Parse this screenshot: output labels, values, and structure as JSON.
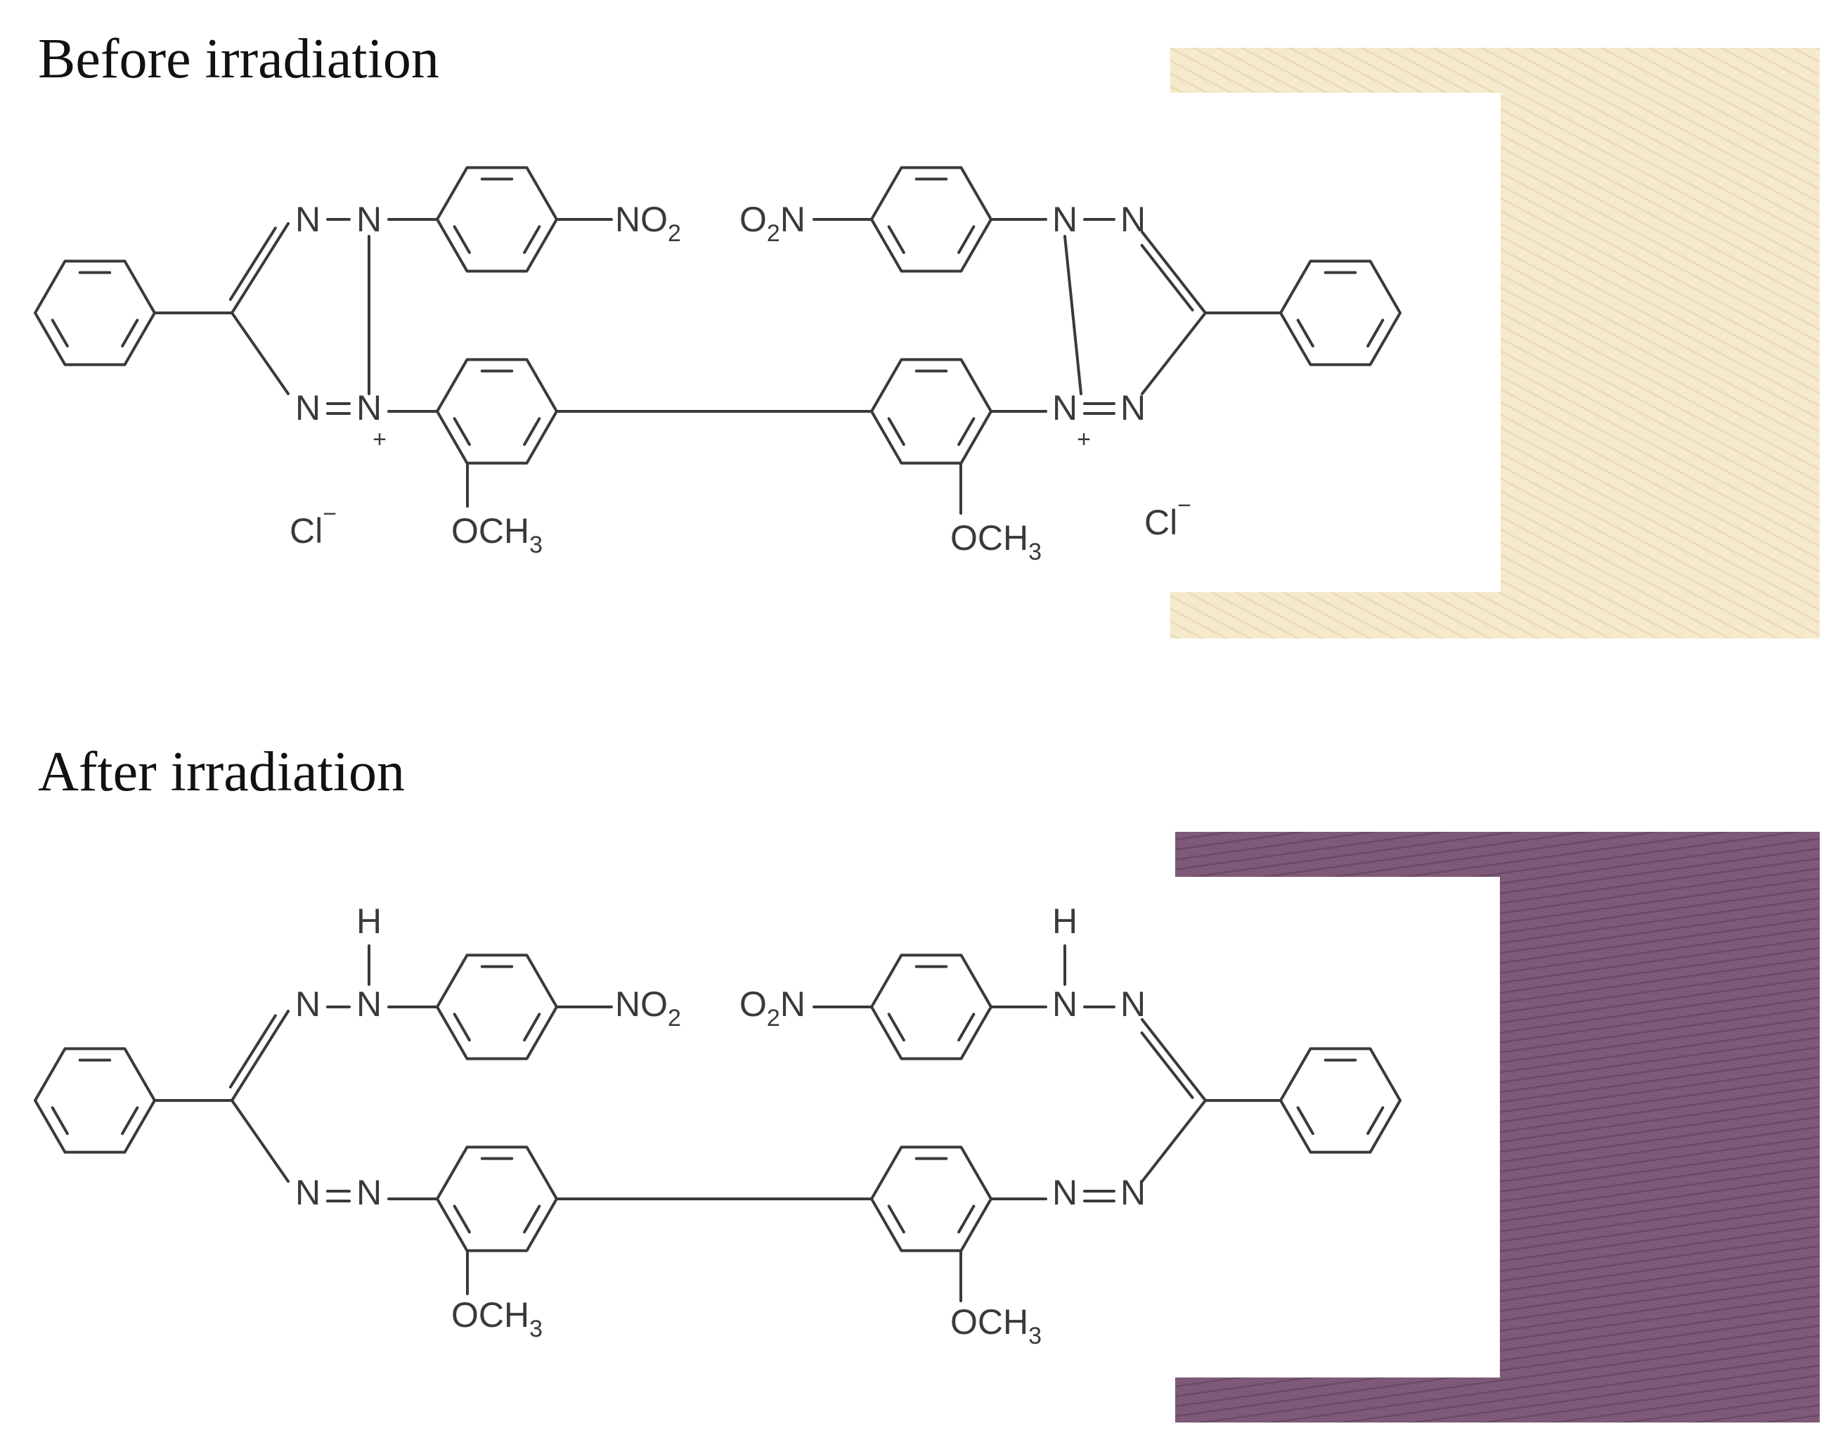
{
  "headings": {
    "before": "Before irradiation",
    "after": "After irradiation"
  },
  "colors": {
    "before_fabric": "#f6eacc",
    "before_fabric_weave": "#e3d2a4",
    "after_fabric": "#7e5978",
    "after_fabric_weave": "#5f3f5a",
    "bond": "#3a3a3a"
  },
  "before": {
    "nitro_left": {
      "main": "NO",
      "sub": "2"
    },
    "nitro_right": {
      "pre": "O",
      "sub": "2",
      "main": "N"
    },
    "n1": "N",
    "n2": "N",
    "n3": "N",
    "n4": "N",
    "n5": "N",
    "n6": "N",
    "n7": "N",
    "n8": "N",
    "plus_left": "+",
    "plus_right": "+",
    "cl_left": {
      "main": "Cl",
      "charge": "−"
    },
    "cl_right": {
      "main": "Cl",
      "charge": "−"
    },
    "ome_left": {
      "main": "OCH",
      "sub": "3"
    },
    "ome_right": {
      "main": "OCH",
      "sub": "3"
    }
  },
  "after": {
    "h_left": "H",
    "h_right": "H",
    "nitro_left": {
      "main": "NO",
      "sub": "2"
    },
    "nitro_right": {
      "pre": "O",
      "sub": "2",
      "main": "N"
    },
    "n1": "N",
    "n2": "N",
    "n3": "N",
    "n4": "N",
    "n5": "N",
    "n6": "N",
    "n7": "N",
    "n8": "N",
    "ome_left": {
      "main": "OCH",
      "sub": "3"
    },
    "ome_right": {
      "main": "OCH",
      "sub": "3"
    }
  }
}
